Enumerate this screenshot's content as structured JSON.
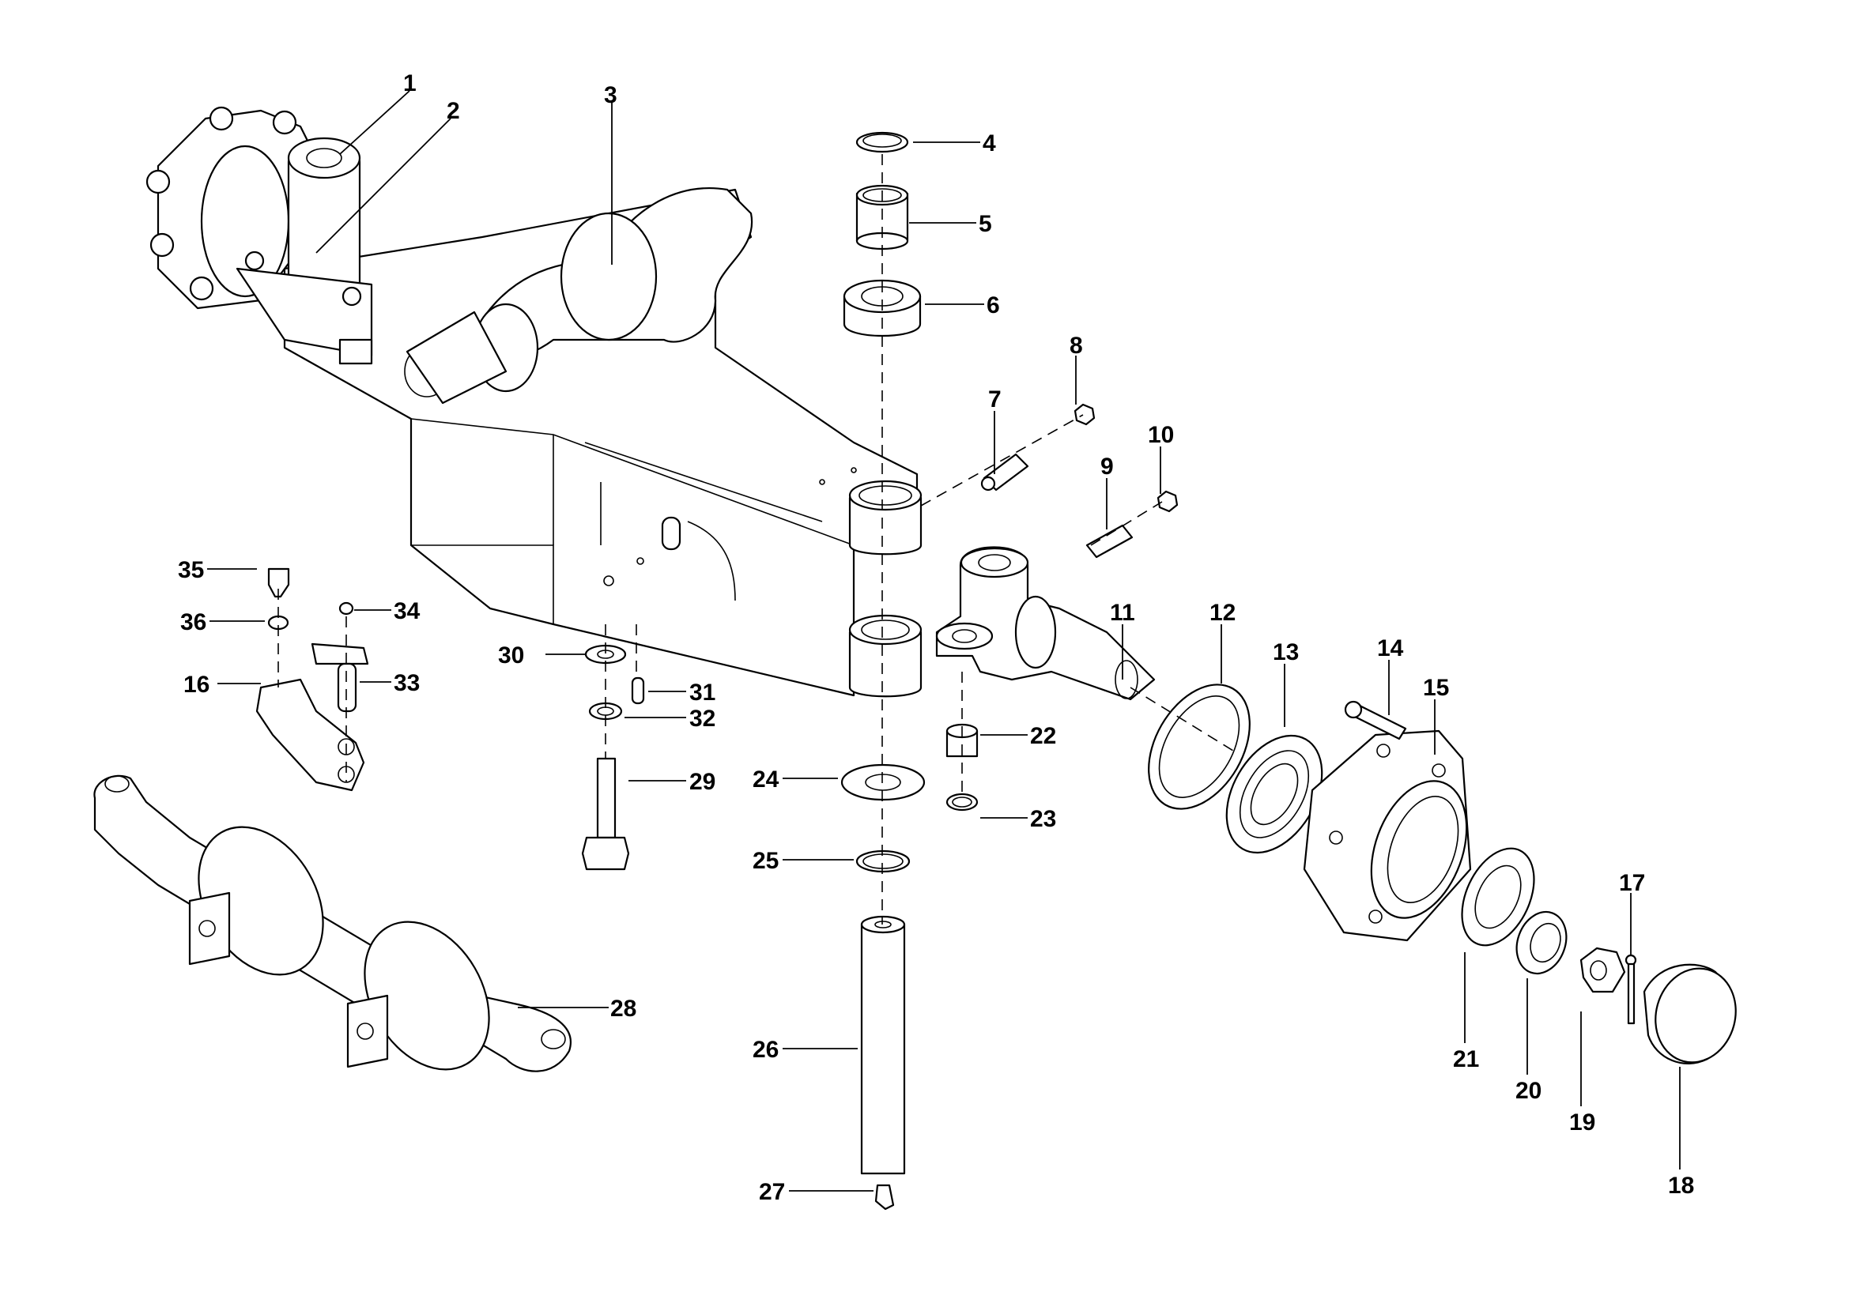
{
  "diagram": {
    "type": "exploded-parts-diagram",
    "subject": "front steering axle assembly",
    "callouts": [
      {
        "id": "1",
        "label": "1"
      },
      {
        "id": "2",
        "label": "2"
      },
      {
        "id": "3",
        "label": "3"
      },
      {
        "id": "4",
        "label": "4"
      },
      {
        "id": "5",
        "label": "5"
      },
      {
        "id": "6",
        "label": "6"
      },
      {
        "id": "7",
        "label": "7"
      },
      {
        "id": "8",
        "label": "8"
      },
      {
        "id": "9",
        "label": "9"
      },
      {
        "id": "10",
        "label": "10"
      },
      {
        "id": "11",
        "label": "11"
      },
      {
        "id": "12",
        "label": "12"
      },
      {
        "id": "13",
        "label": "13"
      },
      {
        "id": "14",
        "label": "14"
      },
      {
        "id": "15",
        "label": "15"
      },
      {
        "id": "16",
        "label": "16"
      },
      {
        "id": "17",
        "label": "17"
      },
      {
        "id": "18",
        "label": "18"
      },
      {
        "id": "19",
        "label": "19"
      },
      {
        "id": "20",
        "label": "20"
      },
      {
        "id": "21",
        "label": "21"
      },
      {
        "id": "22",
        "label": "22"
      },
      {
        "id": "23",
        "label": "23"
      },
      {
        "id": "24",
        "label": "24"
      },
      {
        "id": "25",
        "label": "25"
      },
      {
        "id": "26",
        "label": "26"
      },
      {
        "id": "27",
        "label": "27"
      },
      {
        "id": "28",
        "label": "28"
      },
      {
        "id": "29",
        "label": "29"
      },
      {
        "id": "30",
        "label": "30"
      },
      {
        "id": "31",
        "label": "31"
      },
      {
        "id": "32",
        "label": "32"
      },
      {
        "id": "33",
        "label": "33"
      },
      {
        "id": "34",
        "label": "34"
      },
      {
        "id": "35",
        "label": "35"
      },
      {
        "id": "36",
        "label": "36"
      }
    ]
  }
}
